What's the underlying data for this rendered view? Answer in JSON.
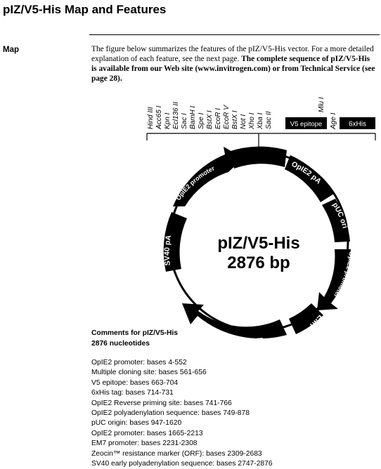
{
  "title": "pIZ/V5-His Map and Features",
  "section_label": "Map",
  "intro": {
    "normal": "The figure below summarizes the features of the pIZ/V5-His vector. For a more detailed explanation of each feature, see the next page.",
    "bold": "The complete sequence of pIZ/V5-His is available from our Web site (www.invitrogen.com) or from Technical Service (see page 28)."
  },
  "map": {
    "name": "pIZ/V5-His",
    "size": "2876 bp",
    "sites": [
      "Hind III",
      "Acc65 I",
      "Kpn I",
      "Ecl136 II",
      "Sac I",
      "BamH I",
      "Spe I",
      "BstX I",
      "EcoR I",
      "EcoR V",
      "BstX I",
      "Not I",
      "Xho I",
      "Xba I",
      "Sac II",
      "Mlu I",
      "Age I"
    ],
    "tags": [
      "V5 epitope",
      "6xHis"
    ],
    "features": [
      "OpIE2 promoter",
      "OpIE2 pA",
      "pUC ori",
      "OpIE2 promoter",
      "EM7",
      "Zeocin",
      "SV40 pA"
    ]
  },
  "comments": {
    "title": "Comments for pIZ/V5-His",
    "subtitle": "2876 nucleotides",
    "items": [
      "OpIE2 promoter:  bases 4-552",
      "Multiple cloning site:  bases 561-656",
      "V5 epitope:  bases 663-704",
      "6xHis tag:  bases 714-731",
      "OpIE2 Reverse priming site:  bases 741-766",
      "OpIE2 polyadenylation sequence:  bases 749-878",
      "pUC origin:  bases 947-1620",
      "OpIE2 promoter:  bases 1665-2213",
      "EM7 promoter:  bases 2231-2308",
      "Zeocin™ resistance marker (ORF):  bases 2309-2683",
      "SV40 early polyadenylation sequence:  bases 2747-2876"
    ]
  }
}
